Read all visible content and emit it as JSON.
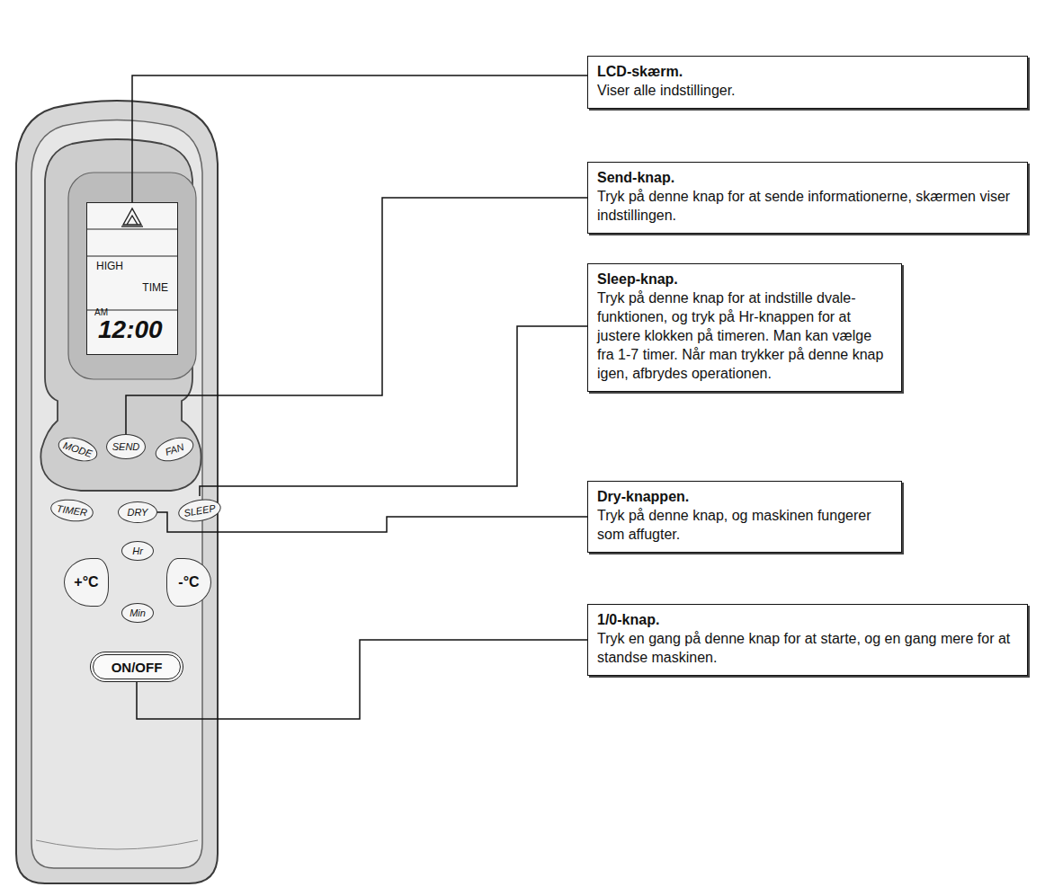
{
  "diagram": {
    "nodes": [
      {
        "text": [
          "LCD-skærm.",
          "Viser alle indstillinger."
        ]
      },
      {
        "text": [
          "Send-knap.",
          "Tryk på denne knap for at sende informationerne, skærmen viser indstillingen."
        ]
      },
      {
        "text": [
          "Sleep-knap.",
          "Tryk på denne knap for at indstille dvale-funktionen, og tryk på Hr-knappen for at justere klokken på timeren. Man kan vælge fra 1-7 timer. Når man trykker på denne knap igen, afbrydes operationen."
        ]
      },
      {
        "text": [
          "Dry-knappen.",
          "Tryk på denne knap, og maskinen fungerer som affugter."
        ]
      },
      {
        "text": [
          "1/0-knap.",
          "Tryk en gang på denne knap for at starte, og en gang mere for at standse maskinen."
        ]
      },
      {
        "text": [
          "HIGH",
          "TIME",
          "AM",
          "12:00"
        ]
      },
      {
        "text": [
          "MODE"
        ]
      },
      {
        "text": [
          "SEND"
        ]
      },
      {
        "text": [
          "FAN"
        ]
      },
      {
        "text": [
          "TIMER"
        ]
      },
      {
        "text": [
          "DRY"
        ]
      },
      {
        "text": [
          "SLEEP"
        ]
      },
      {
        "text": [
          "Hr"
        ]
      },
      {
        "text": [
          "+°C"
        ]
      },
      {
        "text": [
          "-°C"
        ]
      },
      {
        "text": [
          "Min"
        ]
      },
      {
        "text": [
          "ON/OFF"
        ]
      }
    ],
    "edges": [
      {
        "from": 0,
        "to": 5,
        "arrow": "none"
      },
      {
        "from": 1,
        "to": 7,
        "arrow": "none"
      },
      {
        "from": 2,
        "to": 11,
        "arrow": "none"
      },
      {
        "from": 3,
        "to": 10,
        "arrow": "none"
      },
      {
        "from": 4,
        "to": 16,
        "arrow": "none"
      }
    ]
  }
}
